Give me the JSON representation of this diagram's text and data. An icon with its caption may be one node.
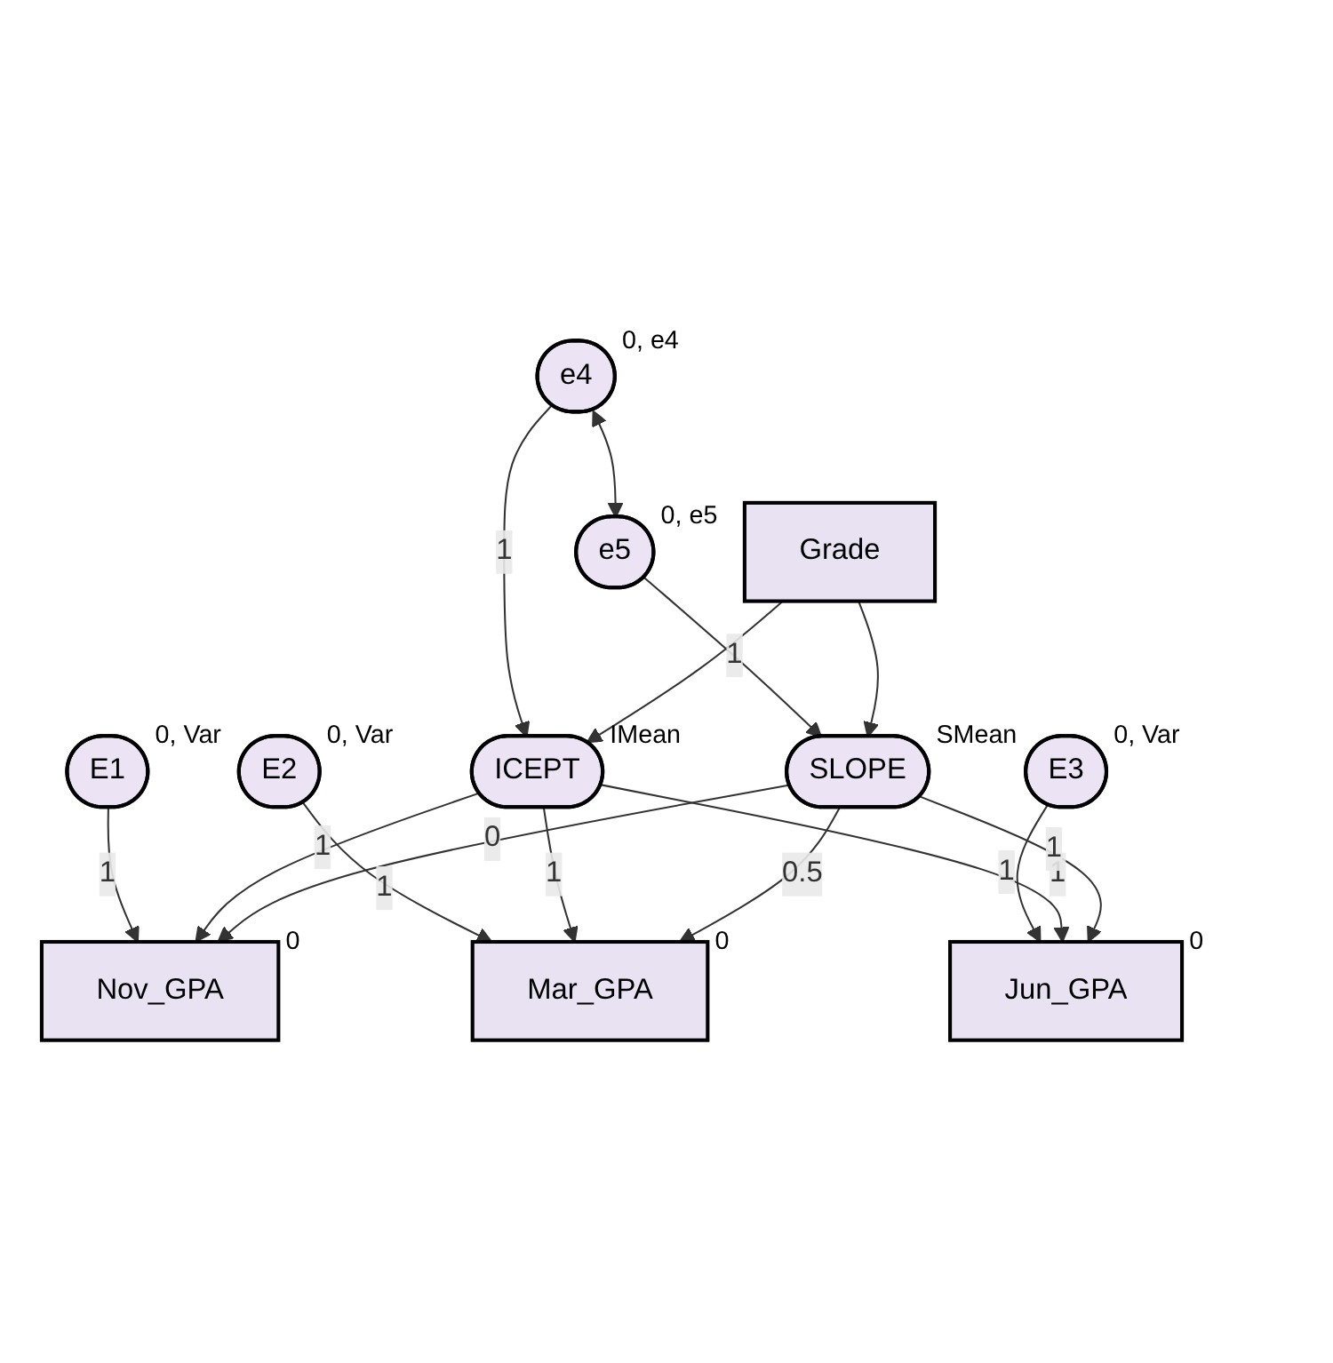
{
  "diagram": {
    "nodes": [
      {
        "text": [
          "E1"
        ],
        "beside": [
          "0, Var"
        ]
      },
      {
        "text": [
          "E2"
        ],
        "beside": [
          "0, Var"
        ]
      },
      {
        "text": [
          "E3"
        ],
        "beside": [
          "0, Var"
        ]
      },
      {
        "text": [
          "Nov_GPA"
        ],
        "beside": [
          "0"
        ]
      },
      {
        "text": [
          "Mar_GPA"
        ],
        "beside": [
          "0"
        ]
      },
      {
        "text": [
          "Jun_GPA"
        ],
        "beside": [
          "0"
        ]
      },
      {
        "text": [
          "e4"
        ],
        "beside": [
          "0, e4"
        ]
      },
      {
        "text": [
          "e5"
        ],
        "beside": [
          "0, e5"
        ]
      },
      {
        "text": [
          "ICEPT"
        ],
        "beside": [
          "IMean"
        ]
      },
      {
        "text": [
          "SLOPE"
        ],
        "beside": [
          "SMean"
        ]
      },
      {
        "text": [
          "Grade"
        ]
      }
    ],
    "edges": [
      {
        "from": 0,
        "to": 3,
        "arrow": "to",
        "label": "1"
      },
      {
        "from": 1,
        "to": 4,
        "arrow": "to",
        "label": "1"
      },
      {
        "from": 2,
        "to": 5,
        "arrow": "to",
        "label": "1"
      },
      {
        "from": 8,
        "to": 3,
        "arrow": "to",
        "label": "1"
      },
      {
        "from": 8,
        "to": 4,
        "arrow": "to",
        "label": "1"
      },
      {
        "from": 8,
        "to": 5,
        "arrow": "to",
        "label": "1"
      },
      {
        "from": 9,
        "to": 3,
        "arrow": "to",
        "label": "0"
      },
      {
        "from": 9,
        "to": 4,
        "arrow": "to",
        "label": "0.5"
      },
      {
        "from": 9,
        "to": 5,
        "arrow": "to",
        "label": "1"
      },
      {
        "from": 6,
        "to": 7,
        "arrow": "both"
      },
      {
        "from": 6,
        "to": 8,
        "arrow": "to",
        "label": "1"
      },
      {
        "from": 7,
        "to": 9,
        "arrow": "to",
        "label": "1"
      },
      {
        "from": 10,
        "to": 8,
        "arrow": "to"
      },
      {
        "from": 10,
        "to": 9,
        "arrow": "to"
      }
    ]
  }
}
